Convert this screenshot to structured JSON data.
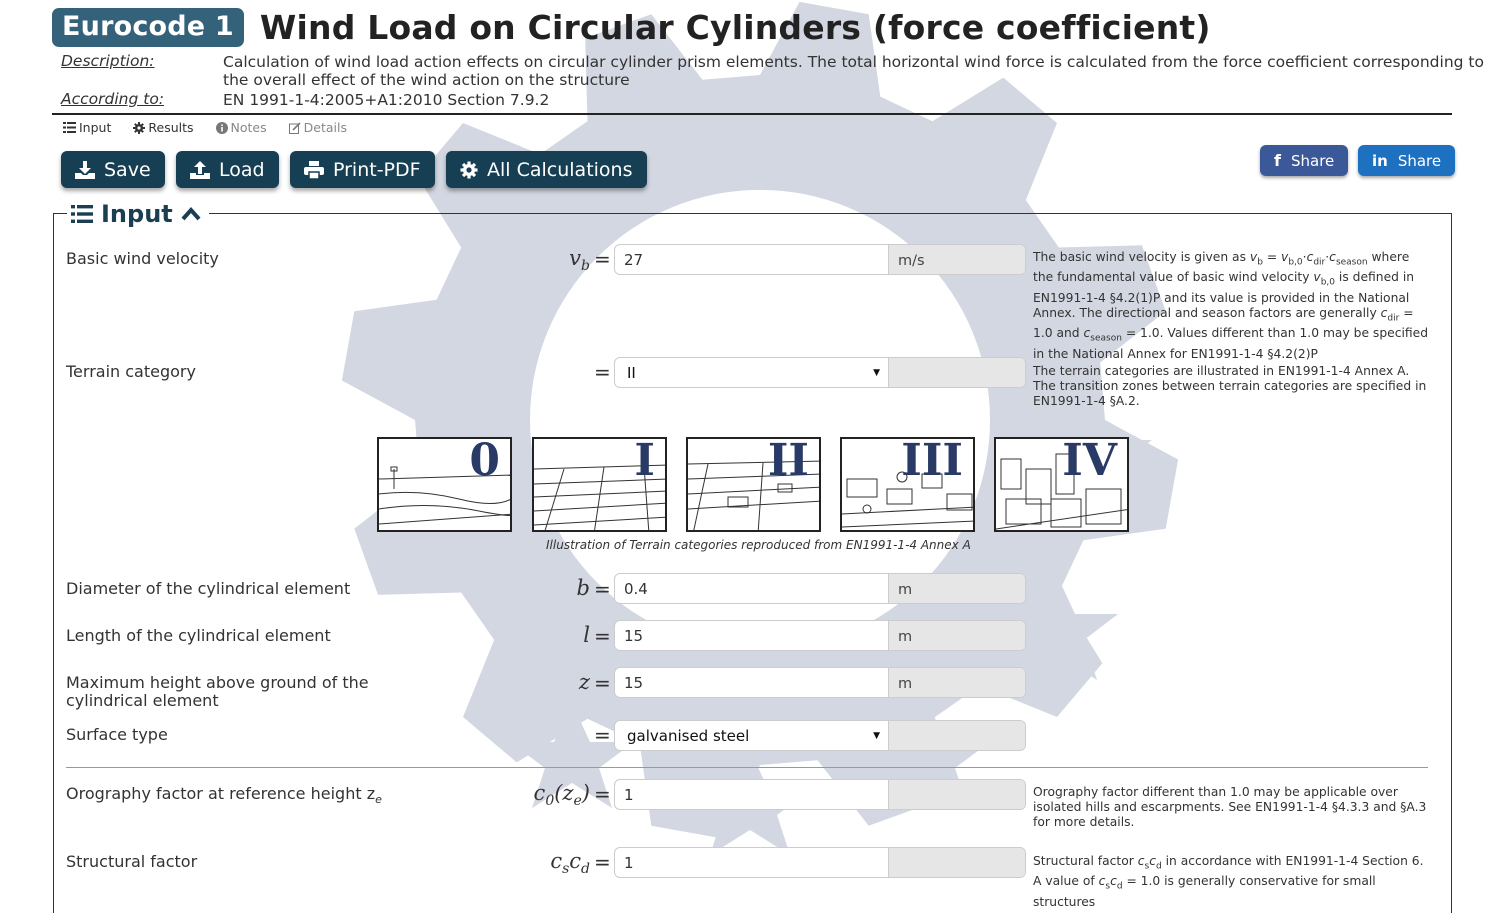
{
  "header": {
    "badge": "Eurocode 1",
    "title": "Wind Load on Circular Cylinders (force coefficient)",
    "description_label": "Description:",
    "description_line1": "Calculation of wind load action effects on circular cylinder prism elements. The total horizontal wind force is calculated from the force coefficient corresponding to",
    "description_line2": "the overall effect of the wind action on the structure",
    "according_label": "According to:",
    "according_value": "EN 1991-1-4:2005+A1:2010 Section 7.9.2"
  },
  "tabs": [
    {
      "label": "Input",
      "icon": "list-icon"
    },
    {
      "label": "Results",
      "icon": "gear-icon"
    },
    {
      "label": "Notes",
      "icon": "info-icon"
    },
    {
      "label": "Details",
      "icon": "edit-icon"
    }
  ],
  "toolbar": {
    "save": "Save",
    "load": "Load",
    "print": "Print-PDF",
    "all": "All Calculations",
    "share_fb": "Share",
    "share_in": "Share"
  },
  "input_section": {
    "legend": "Input",
    "fields": {
      "vb": {
        "label": "Basic wind velocity",
        "symbol": "v",
        "symbol_sub": "b",
        "value": "27",
        "unit": "m/s"
      },
      "terrain": {
        "label": "Terrain category",
        "value": "II"
      },
      "b": {
        "label": "Diameter of the cylindrical element",
        "symbol": "b",
        "value": "0.4",
        "unit": "m"
      },
      "l": {
        "label": "Length of the cylindrical element",
        "symbol": "l",
        "value": "15",
        "unit": "m"
      },
      "z": {
        "label_line1": "Maximum height above ground of the",
        "label_line2": "cylindrical element",
        "symbol": "z",
        "value": "15",
        "unit": "m"
      },
      "surface": {
        "label": "Surface type",
        "value": "galvanised steel"
      },
      "co": {
        "label": "Orography factor at reference height z",
        "label_sub": "e",
        "symbol": "c",
        "symbol_sub": "0",
        "symbol_arg": "(z",
        "symbol_arg_sub": "e",
        "symbol_close": ")",
        "value": "1"
      },
      "cscd": {
        "label": "Structural factor",
        "symbol_c1": "c",
        "symbol_s": "s",
        "symbol_c2": "c",
        "symbol_d": "d",
        "value": "1"
      }
    },
    "equals": "=",
    "notes": {
      "vb": "The basic wind velocity is given as v_b = v_b,0·c_dir·c_season where the fundamental value of basic wind velocity v_b,0 is defined in EN1991-1-4 §4.2(1)P and its value is provided in the National Annex. The directional and season factors are generally c_dir = 1.0 and c_season = 1.0. Values different than 1.0 may be specified in the National Annex for EN1991-1-4 §4.2(2)P",
      "terrain": "The terrain categories are illustrated in EN1991-1-4 Annex A. The transition zones between terrain categories are specified in EN1991-1-4 §A.2.",
      "co": "Orography factor different than 1.0 may be applicable over isolated hills and escarpments. See EN1991-1-4 §4.3.3 and §A.3 for more details.",
      "cscd": "Structural factor c_sc_d in accordance with EN1991-1-4 Section 6. A value of c_sc_d = 1.0 is generally conservative for small structures"
    },
    "terrain_images": [
      "0",
      "I",
      "II",
      "III",
      "IV"
    ],
    "terrain_caption": "Illustration of Terrain categories reproduced from EN1991-1-4 Annex A"
  }
}
